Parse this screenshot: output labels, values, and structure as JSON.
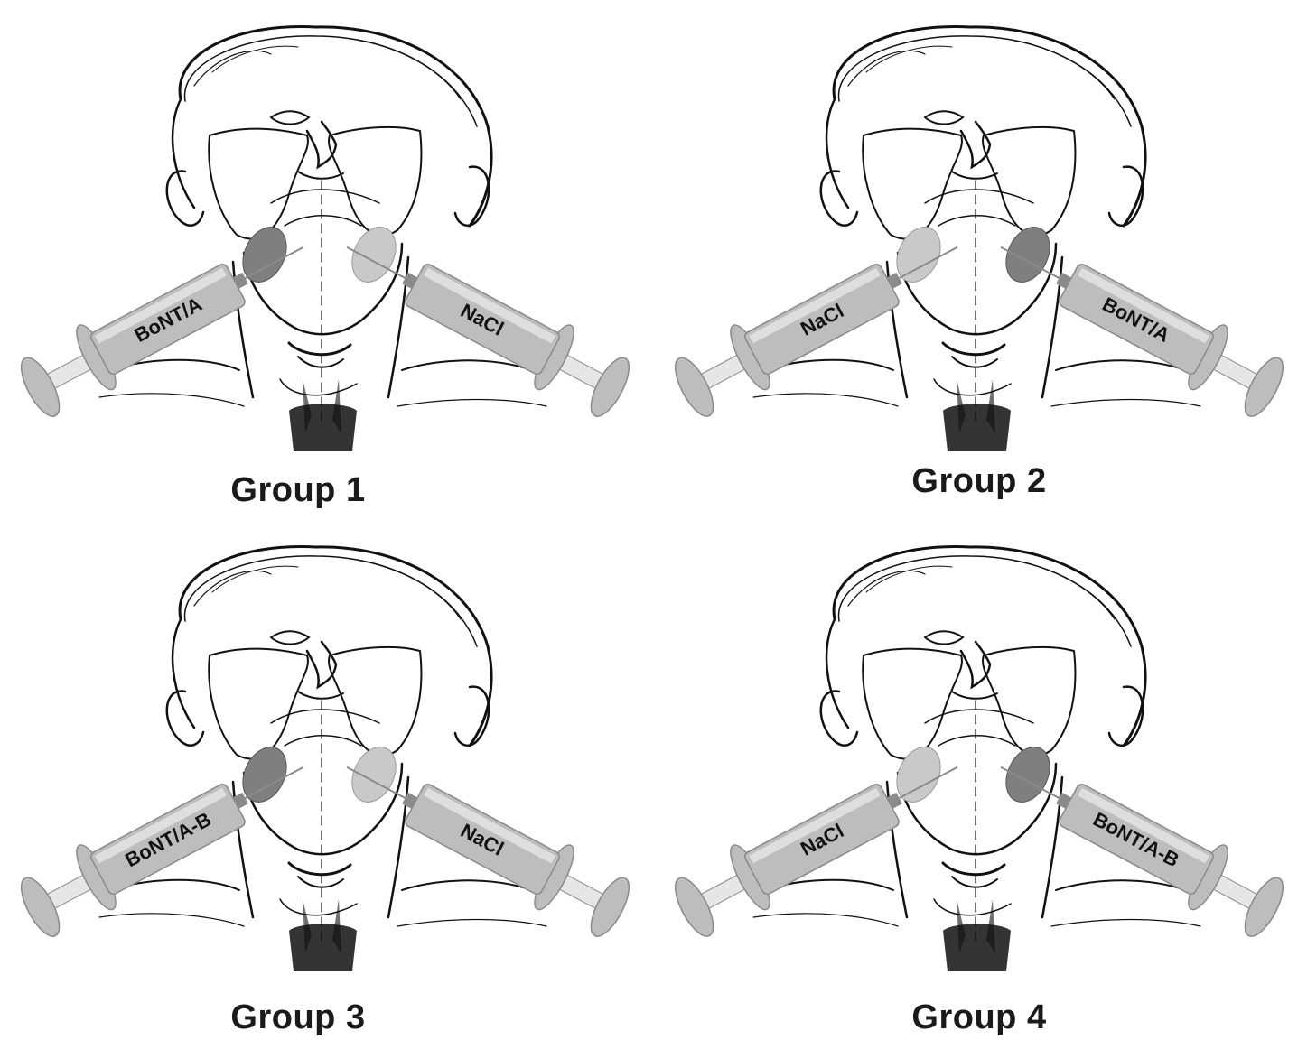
{
  "colors": {
    "sketch": "#111111",
    "syringe_body": "#bdbdbd",
    "syringe_dark": "#8a8a8a",
    "syringe_light": "#e6e6e6",
    "injection_dark": "#7f7f7f",
    "injection_light": "#c9c9c9"
  },
  "panels": [
    {
      "caption": "Group 1",
      "left_label": "BoNT/A",
      "right_label": "NaCl",
      "left_site": "dark",
      "right_site": "light"
    },
    {
      "caption": "Group 2",
      "left_label": "NaCl",
      "right_label": "BoNT/A",
      "left_site": "light",
      "right_site": "dark"
    },
    {
      "caption": "Group 3",
      "left_label": "BoNT/A-B",
      "right_label": "NaCl",
      "left_site": "dark",
      "right_site": "light"
    },
    {
      "caption": "Group 4",
      "left_label": "NaCl",
      "right_label": "BoNT/A-B",
      "left_site": "light",
      "right_site": "dark"
    }
  ]
}
